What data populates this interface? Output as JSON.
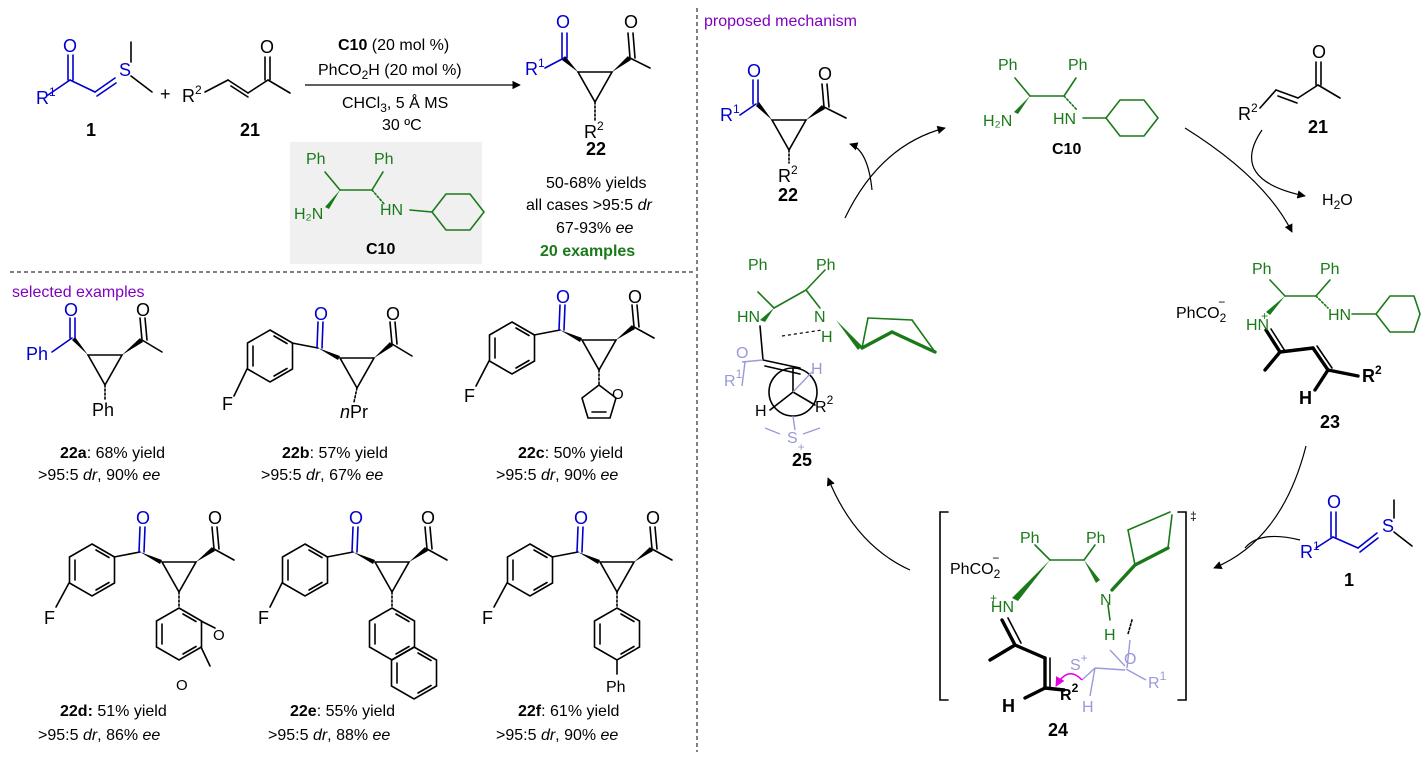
{
  "reaction": {
    "reagent_line1_cat": "C10",
    "reagent_line1_rest": " (20 mol %)",
    "reagent_line2": "PhCO",
    "reagent_line2_sub": "2",
    "reagent_line2_rest": "H (20 mol %)",
    "reagent_line3a": "CHCl",
    "reagent_line3_sub": "3",
    "reagent_line3b": ", 5 Å MS",
    "reagent_line4": "30 ºC",
    "sm1_label": "1",
    "sm2_label": "21",
    "product_label": "22",
    "catalyst_label": "C10",
    "yields": "50-68% yields",
    "dr_line": "all cases >95:5 ",
    "dr_italic": "dr",
    "ee_line": "67-93% ",
    "ee_italic": "ee",
    "examples_count": "20 examples"
  },
  "sections": {
    "selected_examples": "selected examples",
    "proposed_mechanism": "proposed mechanism"
  },
  "examples": [
    {
      "id": "22a",
      "yield": ": 68% yield",
      "sel1": ">95:5 ",
      "dr": "dr",
      "sel2": ", 90% ",
      "ee": "ee",
      "substituent": "Ph"
    },
    {
      "id": "22b",
      "yield": ": 57% yield",
      "sel1": ">95:5 ",
      "dr": "dr",
      "sel2": ", 67% ",
      "ee": "ee",
      "substituent": "nPr"
    },
    {
      "id": "22c",
      "yield": ": 50% yield",
      "sel1": ">95:5 ",
      "dr": "dr",
      "sel2": ", 90% ",
      "ee": "ee",
      "substituent": "2-furyl"
    },
    {
      "id": "22d:",
      "yield": " 51% yield",
      "sel1": ">95:5 ",
      "dr": "dr",
      "sel2": ", 86% ",
      "ee": "ee",
      "substituent": "benzodioxolyl"
    },
    {
      "id": "22e",
      "yield": ": 55% yield",
      "sel1": ">95:5 ",
      "dr": "dr",
      "sel2": ", 88% ",
      "ee": "ee",
      "substituent": "2-naphthyl"
    },
    {
      "id": "22f",
      "yield": ": 61% yield",
      "sel1": ">95:5 ",
      "dr": "dr",
      "sel2": ", 90% ",
      "ee": "ee",
      "substituent": "4-biphenyl"
    }
  ],
  "mechanism": {
    "cat_label": "C10",
    "sub21_label": "21",
    "water": "H",
    "water_sub": "2",
    "water_rest": "O",
    "iminium_label": "23",
    "ylide_label": "1",
    "ts_label": "24",
    "ts_dagger": "‡",
    "newman_label": "25",
    "product_label": "22",
    "counterion": "PhCO",
    "counterion_sub": "2",
    "counterion_charge": "−"
  },
  "atoms": {
    "Ph": "Ph",
    "F": "F",
    "O": "O",
    "S": "S",
    "H": "H",
    "N": "N",
    "HN": "HN",
    "H2N": "H₂N",
    "R": "R",
    "sup1": "1",
    "sup2": "2",
    "plus": "+",
    "nPr_n": "n",
    "nPr_rest": "Pr"
  },
  "colors": {
    "blue": "#0000cc",
    "green": "#1a7a1a",
    "lilac": "#9a9ad8",
    "purple": "#8000c0",
    "magenta": "#e000e0",
    "panel_grey": "#f0f0f0"
  }
}
